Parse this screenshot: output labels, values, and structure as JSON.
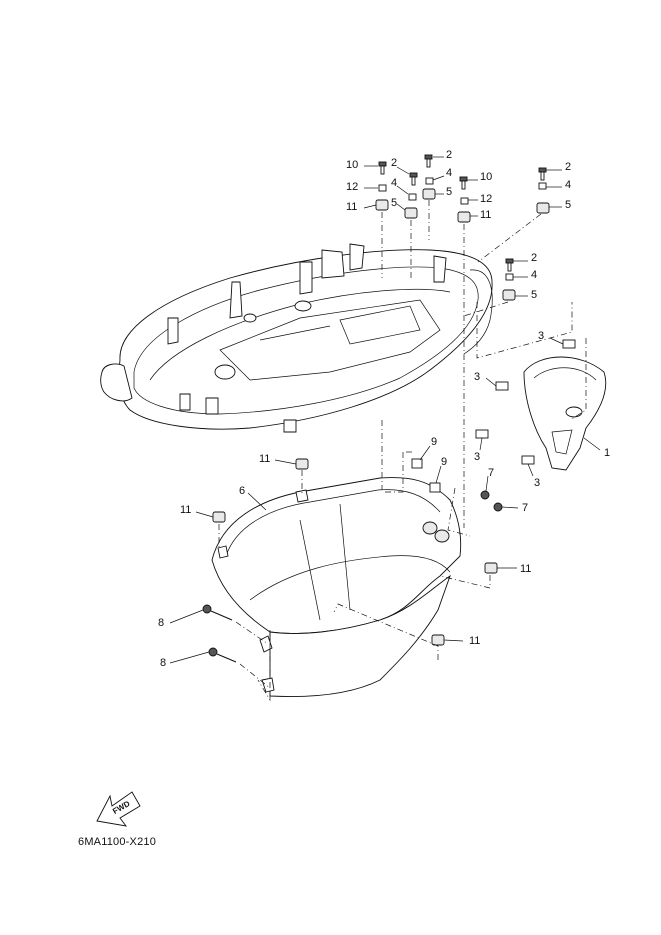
{
  "callouts": {
    "p1": "1",
    "p2a": "2",
    "p2b": "2",
    "p2c": "2",
    "p2d": "2",
    "p3a": "3",
    "p3b": "3",
    "p3c": "3",
    "p3d": "3",
    "p4a": "4",
    "p4b": "4",
    "p4c": "4",
    "p4d": "4",
    "p5a": "5",
    "p5b": "5",
    "p5c": "5",
    "p5d": "5",
    "p6": "6",
    "p7a": "7",
    "p7b": "7",
    "p8a": "8",
    "p8b": "8",
    "p9a": "9",
    "p9b": "9",
    "p10a": "10",
    "p10b": "10",
    "p11a": "11",
    "p11b": "11",
    "p11c": "11",
    "p11d": "11",
    "p11e": "11",
    "p11f": "11",
    "p12a": "12",
    "p12b": "12"
  },
  "fwd_label": "FWD",
  "drawing_code": "6MA1100-X210"
}
